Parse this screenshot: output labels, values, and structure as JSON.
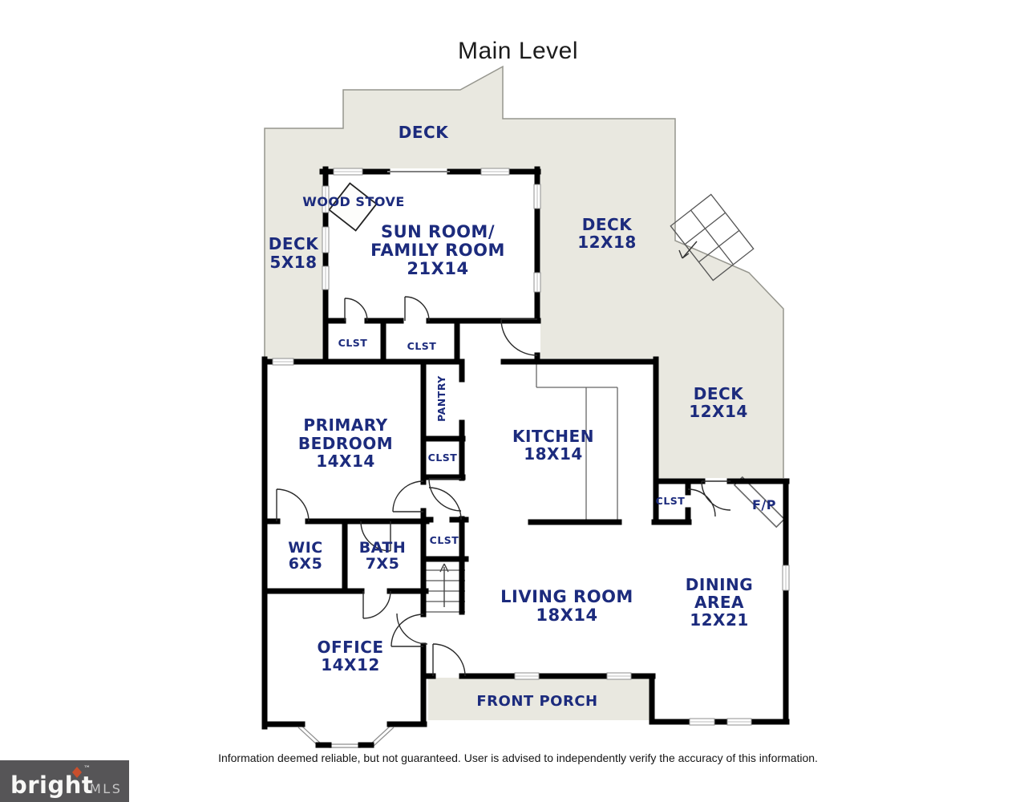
{
  "title": "Main Level",
  "disclaimer": "Information deemed reliable, but not guaranteed.  User is advised to independently verify the accuracy of this information.",
  "logo": {
    "brand": "bright",
    "tm": "™",
    "mls": "MLS"
  },
  "colors": {
    "deck_fill": "#e9e8e0",
    "deck_outline": "#96968e",
    "wall": "#000000",
    "room_label": "#1c2b7d",
    "logo_bg": "#565557",
    "logo_accent": "#c94f2d"
  },
  "decks": {
    "top": {
      "label": "DECK"
    },
    "left": {
      "label": "DECK",
      "size": "5X18"
    },
    "right": {
      "label": "DECK",
      "size": "12X18"
    },
    "middle": {
      "label": "DECK",
      "size": "12X14"
    }
  },
  "rooms": {
    "sun_room": {
      "name1": "SUN ROOM/",
      "name2": "FAMILY ROOM",
      "size": "21X14"
    },
    "primary_bedroom": {
      "name1": "PRIMARY",
      "name2": "BEDROOM",
      "size": "14X14"
    },
    "kitchen": {
      "name": "KITCHEN",
      "size": "18X14"
    },
    "living_room": {
      "name": "LIVING ROOM",
      "size": "18X14"
    },
    "dining_area": {
      "name1": "DINING",
      "name2": "AREA",
      "size": "12X21"
    },
    "office": {
      "name": "OFFICE",
      "size": "14X12"
    },
    "wic": {
      "name": "WIC",
      "size": "6X5"
    },
    "bath": {
      "name": "BATH",
      "size": "7X5"
    },
    "pantry": {
      "name": "PANTRY"
    },
    "front_porch": {
      "name": "FRONT PORCH"
    }
  },
  "features": {
    "wood_stove": "WOOD STOVE",
    "fireplace": "F/P",
    "closet": "CLST"
  }
}
